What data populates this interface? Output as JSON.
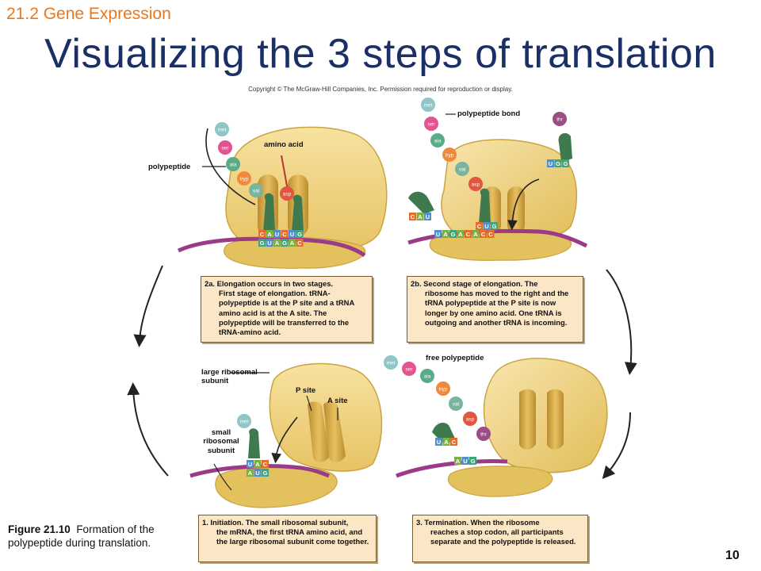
{
  "header": {
    "section": "21.2 Gene Expression",
    "title": "Visualizing the 3 steps of translation",
    "copyright": "Copyright © The McGraw-Hill Companies, Inc. Permission required for reproduction or display."
  },
  "captions": {
    "elong_a": {
      "first": "2a. Elongation occurs in two stages.",
      "rest": "First stage of elongation. tRNA-polypeptide is at the P site and a tRNA amino acid is at the A site. The polypeptide will be transferred to the tRNA-amino acid."
    },
    "elong_b": {
      "first": "2b. Second stage of elongation. The",
      "rest": "ribosome has moved to the right and the tRNA polypeptide at the P site is now longer by one amino acid. One tRNA is outgoing and another tRNA is incoming."
    },
    "initiation": {
      "first": "1. Initiation. The small ribosomal subunit,",
      "rest": "the mRNA, the first tRNA amino acid, and the large ribosomal subunit come together."
    },
    "termination": {
      "first": "3. Termination. When the ribosome",
      "rest": "reaches a stop codon, all participants separate and the polypeptide is released."
    }
  },
  "labels": {
    "polypeptide": "polypeptide",
    "amino_acid": "amino acid",
    "polypeptide_bond": "polypeptide bond",
    "large_subunit": "large ribosomal subunit",
    "p_site": "P site",
    "a_site": "A site",
    "small_subunit": "small ribosomal subunit",
    "free_polypeptide": "free polypeptide"
  },
  "amino_acids": {
    "met": "met",
    "ser": "ser",
    "ala": "ala",
    "tryp": "tryp",
    "val": "val",
    "asp": "asp",
    "thr": "thr"
  },
  "codons": {
    "tl_anticodons": [
      "C",
      "A",
      "U",
      "C",
      "U",
      "G"
    ],
    "tl_mrna": [
      "G",
      "U",
      "A",
      "G",
      "A",
      "C"
    ],
    "tr_out_trna": [
      "C",
      "A",
      "U"
    ],
    "tr_in_trna": [
      "U",
      "G",
      "G"
    ],
    "tr_p_trna": [
      "C",
      "U",
      "G"
    ],
    "tr_mrna": [
      "U",
      "A",
      "G",
      "A",
      "C",
      "A",
      "C",
      "C"
    ],
    "bl_anticodon": [
      "U",
      "A",
      "C"
    ],
    "bl_mrna": [
      "A",
      "U",
      "G"
    ],
    "br_trna": [
      "U",
      "A",
      "C"
    ],
    "br_mrna": [
      "A",
      "U",
      "G"
    ]
  },
  "colors": {
    "ribosome": "#f0d27a",
    "ribosome_edge": "#c9a441",
    "small_subunit": "#e3c15c",
    "mrna": "#9c3a8a",
    "trna": "#3f7a4e",
    "met": "#8fc6c7",
    "ser": "#e05591",
    "ala": "#5aab87",
    "tryp": "#ef8a3c",
    "val": "#78b59c",
    "asp": "#e2553e",
    "thr": "#9b4e86",
    "base_C": "#e46d2a",
    "base_A": "#7bb23f",
    "base_U": "#4f8fca",
    "base_G": "#3fa57a",
    "caption_bg": "#fbe6c6",
    "section": "#e8781e",
    "title": "#1a2f66"
  },
  "figure": {
    "label": "Figure 21.10",
    "text": "Formation of the polypeptide during translation.",
    "page_number": "10"
  }
}
